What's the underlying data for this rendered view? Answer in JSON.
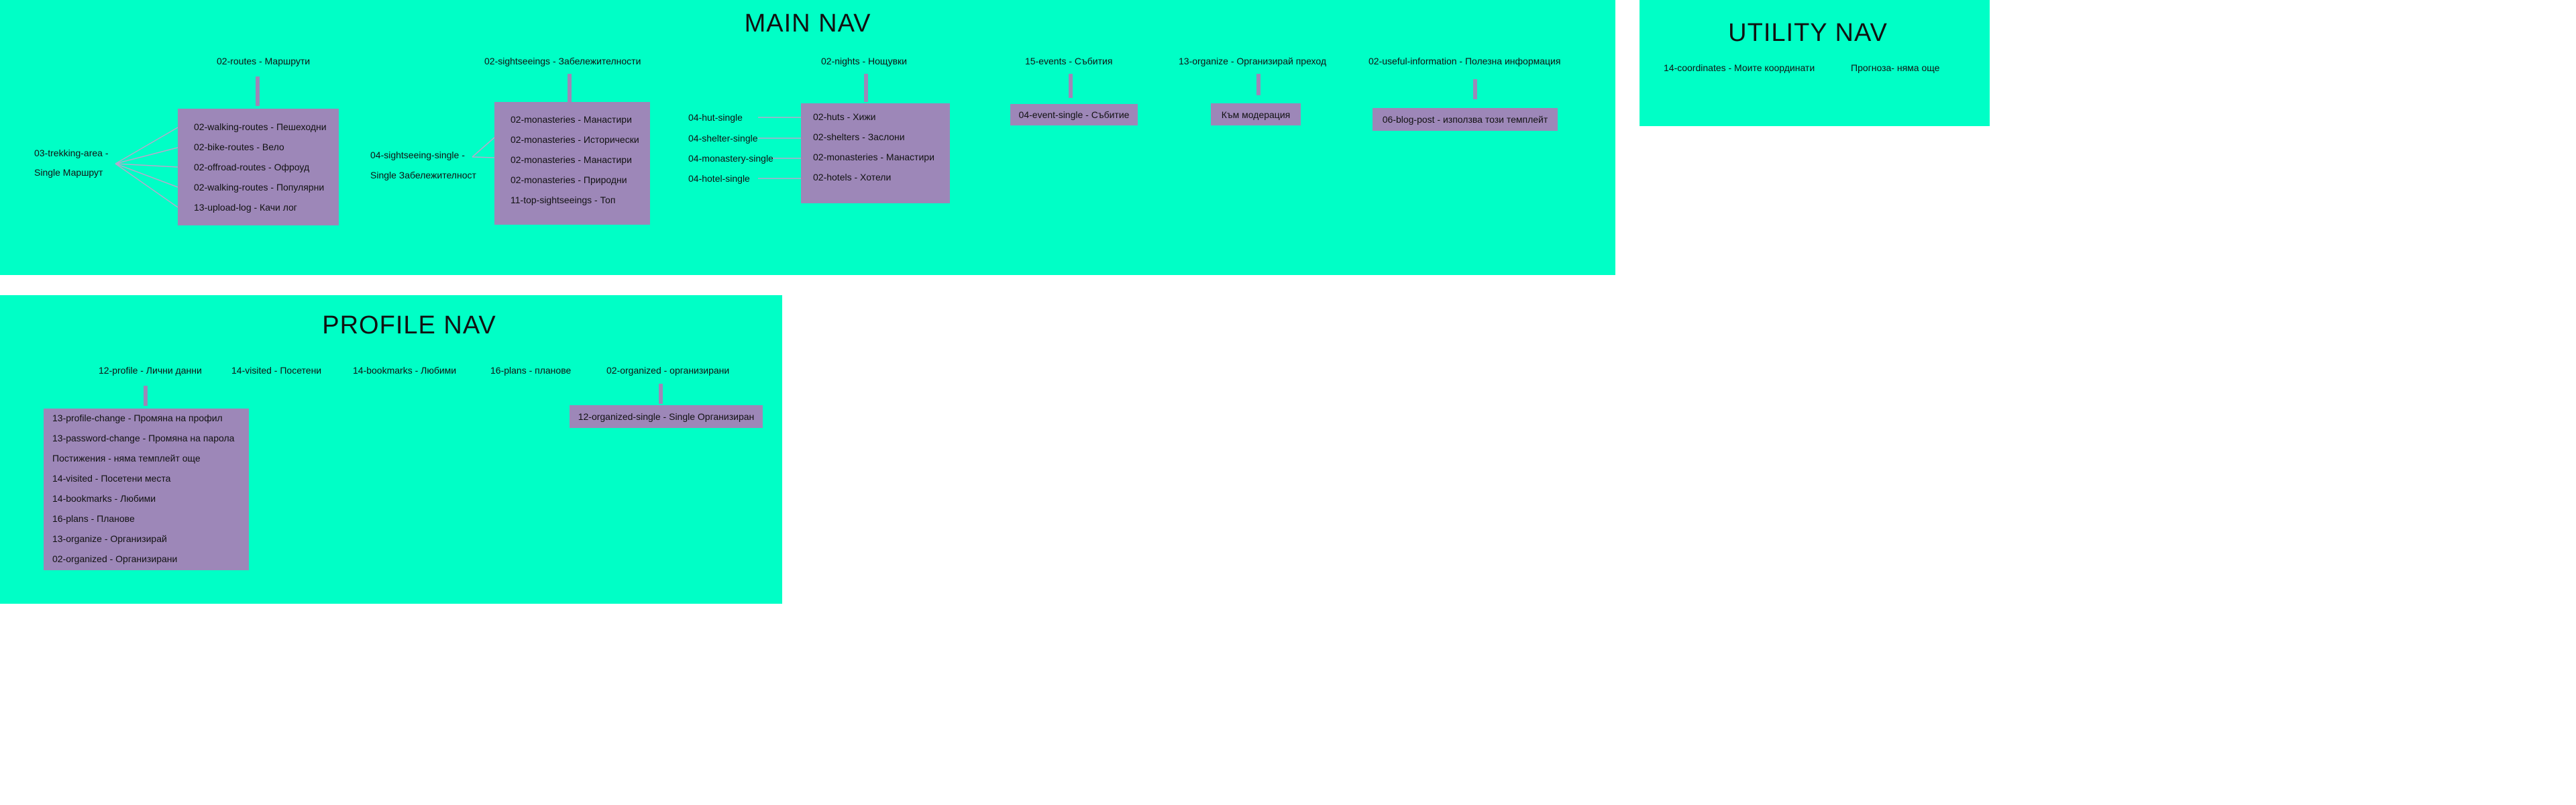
{
  "main_nav": {
    "title": "MAIN NAV",
    "headers": {
      "routes": "02-routes - Маршрути",
      "sightseeings": "02-sightseeings - Забележителности",
      "nights": "02-nights - Нощувки",
      "events": "15-events - Събития",
      "organize": "13-organize - Организирай преход",
      "useful": "02-useful-information - Полезна информация"
    },
    "trekking_area_line1": "03-trekking-area -",
    "trekking_area_line2": "Single Маршрут",
    "routes_items": [
      "02-walking-routes - Пешеходни",
      "02-bike-routes - Вело",
      "02-offroad-routes - Офроуд",
      "02-walking-routes - Популярни",
      "13-upload-log - Качи лог"
    ],
    "sightseeing_single_line1": "04-sightseeing-single -",
    "sightseeing_single_line2": "Single Забележителност",
    "sightseeings_items": [
      "02-monasteries - Манастири",
      "02-monasteries - Исторически",
      "02-monasteries - Манастири",
      "02-monasteries - Природни",
      "11-top-sightseeings - Топ"
    ],
    "nights_singles": [
      "04-hut-single",
      "04-shelter-single",
      "04-monastery-single",
      "04-hotel-single"
    ],
    "nights_items": [
      "02-huts - Хижи",
      "02-shelters - Заслони",
      "02-monasteries - Манастири",
      "02-hotels - Хотели"
    ],
    "event_single": "04-event-single - Събитие",
    "moderation": "Към модерация",
    "blog_post": "06-blog-post - използва този темплейт"
  },
  "utility_nav": {
    "title": "UTILITY NAV",
    "coordinates": "14-coordinates - Моите координати",
    "forecast": "Прогноза- няма още"
  },
  "profile_nav": {
    "title": "PROFILE NAV",
    "headers": {
      "profile": "12-profile - Лични данни",
      "visited": "14-visited - Посетени",
      "bookmarks": "14-bookmarks - Любими",
      "plans": "16-plans - планове",
      "organized": "02-organized - организирани"
    },
    "profile_items": [
      "13-profile-change - Промяна на профил",
      "13-password-change - Промяна на парола",
      "Постижения - няма темплейт още",
      "14-visited - Посетени места",
      "14-bookmarks - Любими",
      "16-plans - Планове",
      "13-organize - Организирай",
      "02-organized - Организирани"
    ],
    "organized_single": "12-organized-single - Single Организиран"
  },
  "colors": {
    "panel_bg": "#00ffc6",
    "box_bg": "#9d87b8",
    "page_bg": "#ffffff"
  }
}
